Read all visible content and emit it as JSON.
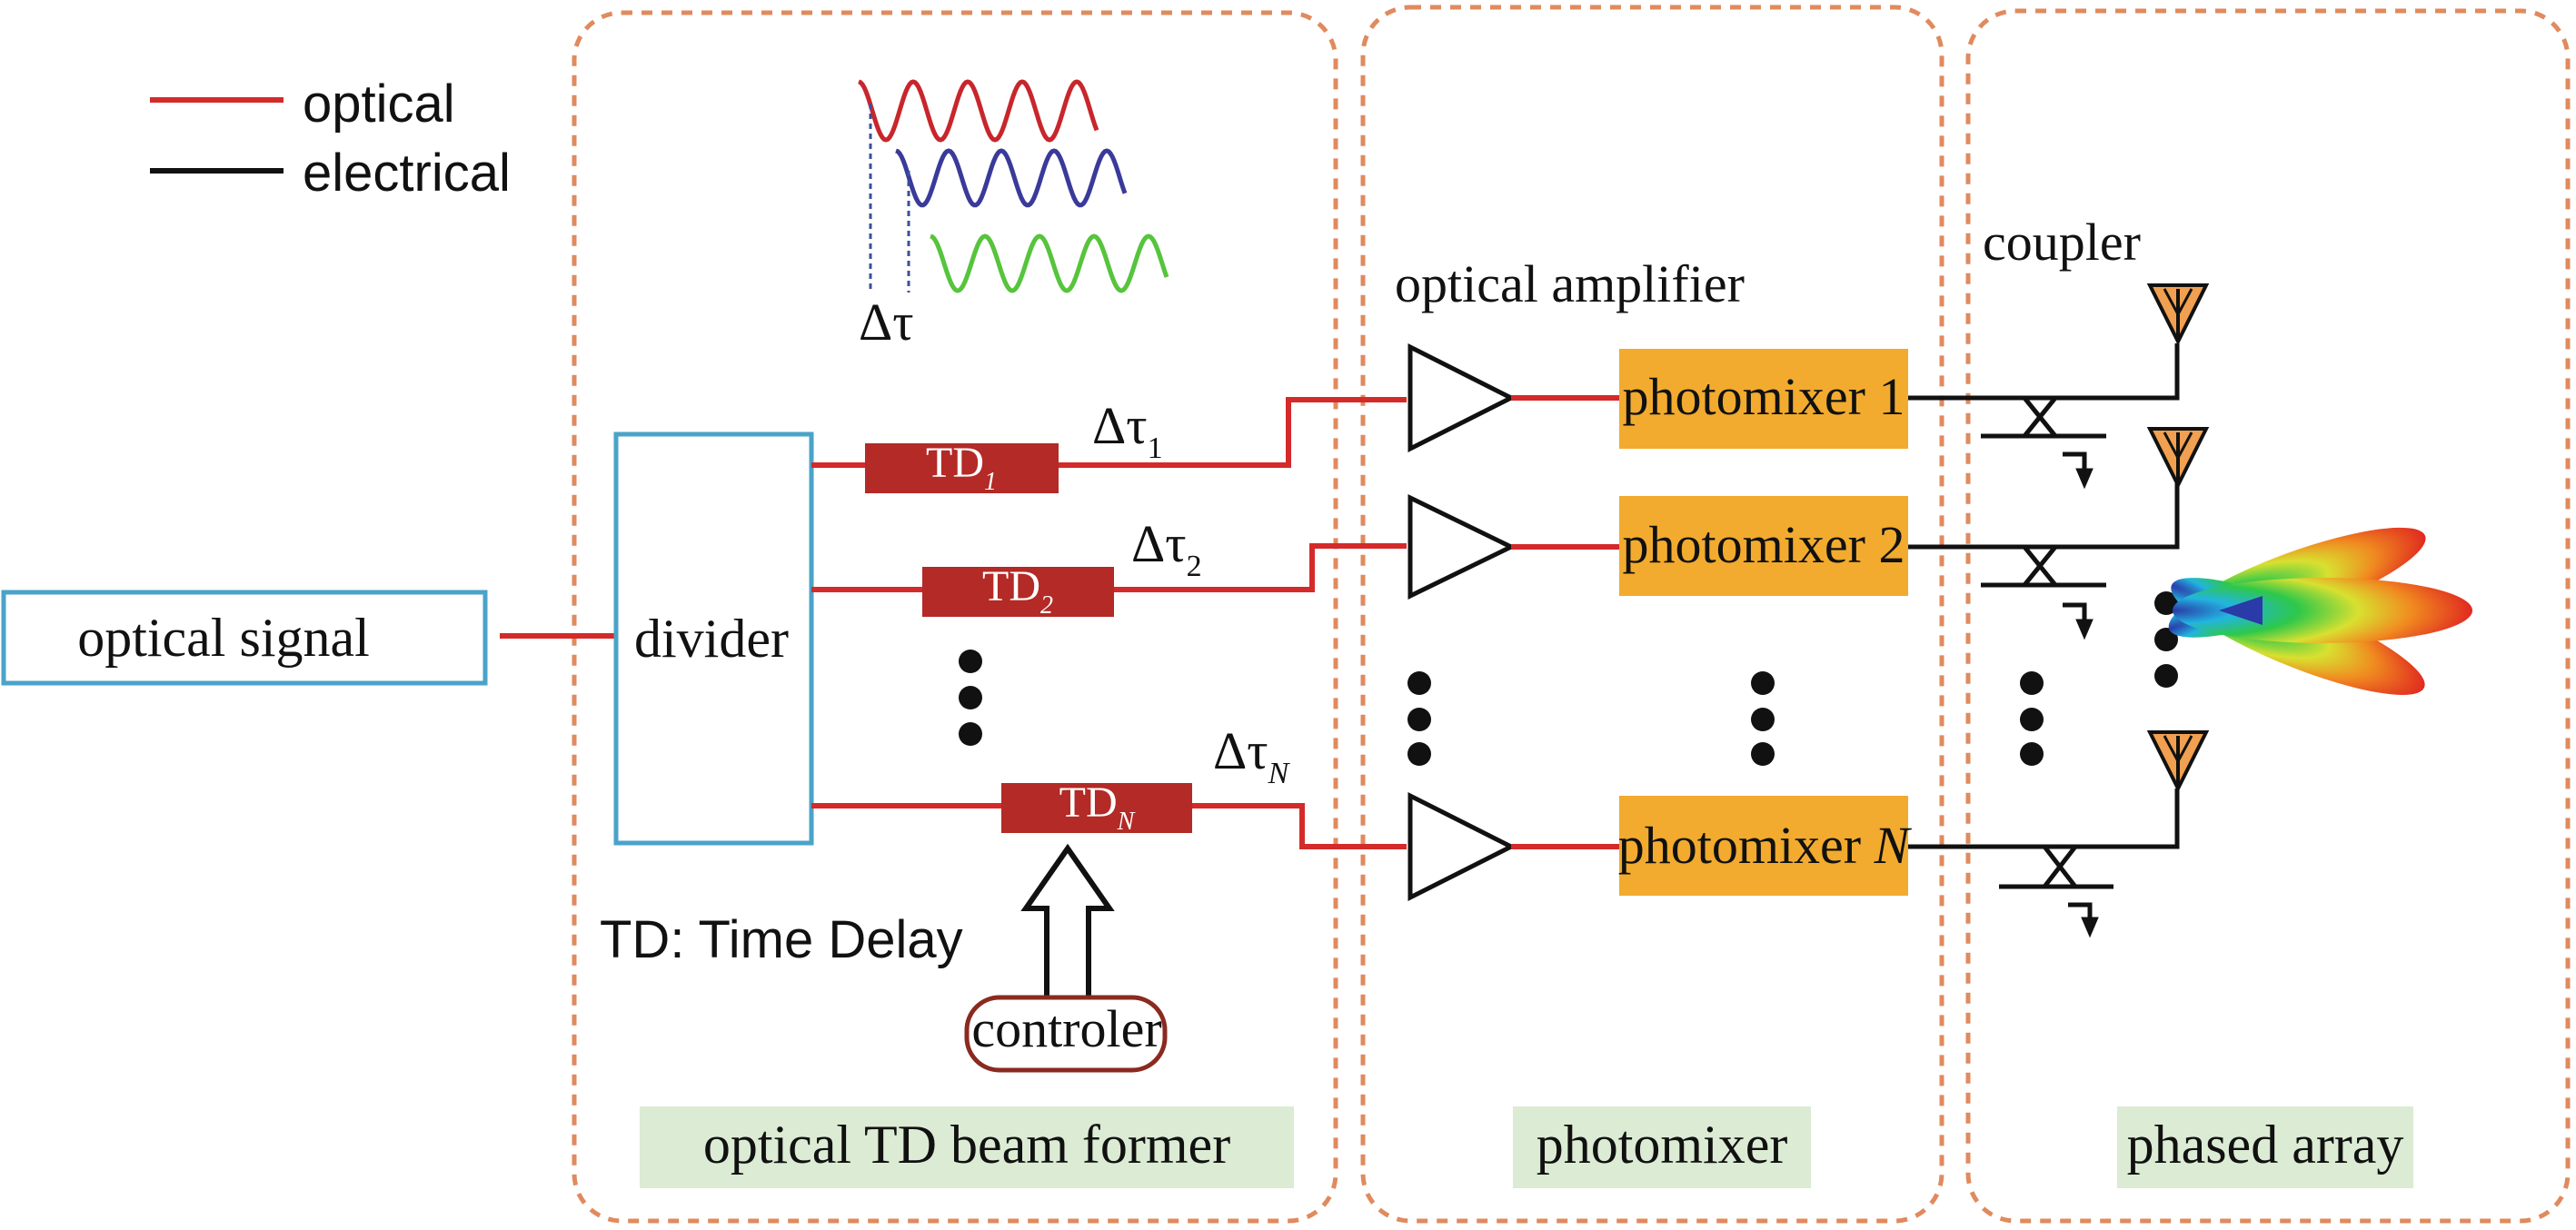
{
  "legend": {
    "optical": "optical",
    "electrical": "electrical"
  },
  "colors": {
    "optical_line": "#d42a2a",
    "electrical_line": "#111111",
    "panel_border": "#e08a5e",
    "panel_label_bg": "#dcebd4",
    "td_box": "#b32a26",
    "photomixer_box": "#f2ab2e",
    "divider_border": "#4aa3c8",
    "antenna": "#f0a050"
  },
  "panels": {
    "beam_former": "optical TD beam former",
    "photomixer": "photomixer",
    "phased_array": "phased array"
  },
  "input": {
    "label": "optical signal"
  },
  "divider": {
    "label": "divider"
  },
  "delay_illustration": {
    "symbol": "Δτ"
  },
  "delays": [
    {
      "td": "TD",
      "td_sub": "1",
      "tau": "Δτ",
      "tau_sub": "1"
    },
    {
      "td": "TD",
      "td_sub": "2",
      "tau": "Δτ",
      "tau_sub": "2"
    },
    {
      "td": "TD",
      "td_sub": "N",
      "tau": "Δτ",
      "tau_sub": "N"
    }
  ],
  "td_note": "TD: Time Delay",
  "controller": "controler",
  "optical_amplifier": "optical amplifier",
  "photomixers": [
    {
      "label": "photomixer 1",
      "text": "photomixer ",
      "index": "1"
    },
    {
      "label": "photomixer 2",
      "text": "photomixer ",
      "index": "2"
    },
    {
      "label": "photomixer N",
      "text": "photomixer ",
      "index": "N"
    }
  ],
  "coupler": "coupler"
}
